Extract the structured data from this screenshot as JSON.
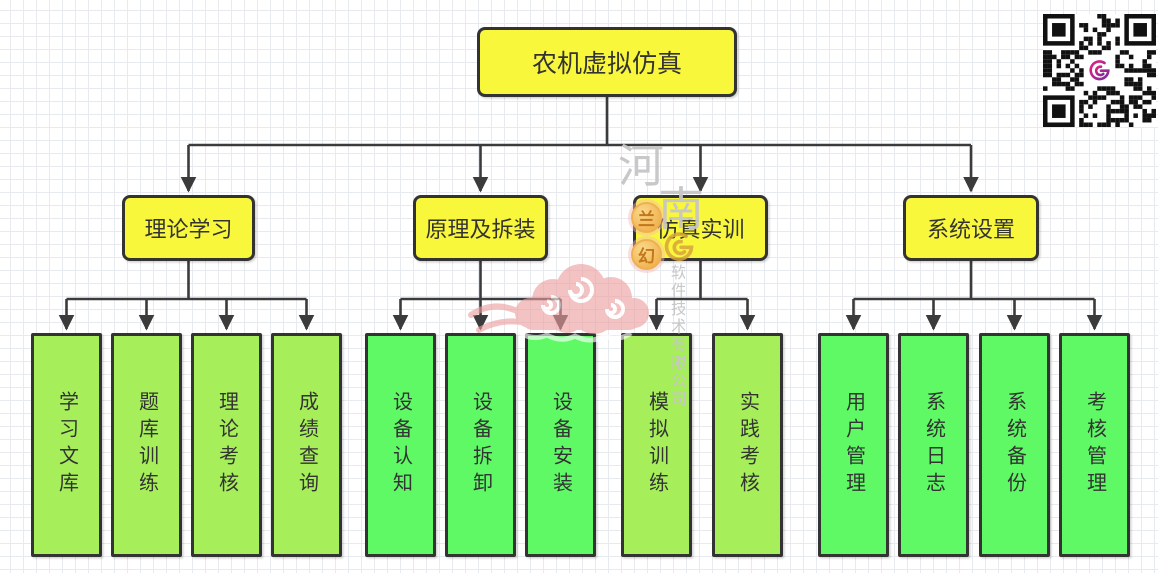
{
  "diagram": {
    "root": {
      "label": "农机虚拟仿真"
    },
    "branches": [
      {
        "label": "理论学习",
        "children": [
          {
            "label": "学习文库"
          },
          {
            "label": "题库训练"
          },
          {
            "label": "理论考核"
          },
          {
            "label": "成绩查询"
          }
        ]
      },
      {
        "label": "原理及拆装",
        "children": [
          {
            "label": "设备认知"
          },
          {
            "label": "设备拆卸"
          },
          {
            "label": "设备安装"
          }
        ]
      },
      {
        "label": "仿真实训",
        "children": [
          {
            "label": "模拟训练"
          },
          {
            "label": "实践考核"
          }
        ]
      },
      {
        "label": "系统设置",
        "children": [
          {
            "label": "用户管理"
          },
          {
            "label": "系统日志"
          },
          {
            "label": "系统备份"
          },
          {
            "label": "考核管理"
          }
        ]
      }
    ]
  },
  "watermark": {
    "char_top1": "河",
    "char_top2": "南",
    "badge1": "兰",
    "badge2": "幻",
    "vertical_text": "软件技术有限公司"
  },
  "icons": {
    "qr": "qr-code",
    "logo": "swirl-logo",
    "cloud": "cloud-watermark"
  },
  "colors": {
    "box-yellow": "#F9F73C",
    "box-green-light": "#A6EF5A",
    "box-green-bright": "#5FF966",
    "box-border": "#333333",
    "connector": "#3B3B3B",
    "watermark-gray": "#C6C6C6",
    "cloud-pink": "#EC9E9E",
    "badge-gold": "#E8A945",
    "qr-logo-magenta": "#D4217F",
    "qr-logo-purple": "#7E2B9E"
  }
}
